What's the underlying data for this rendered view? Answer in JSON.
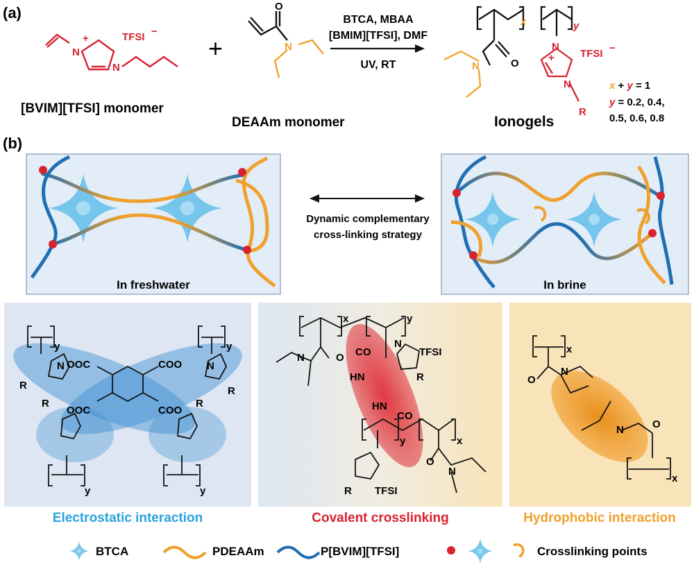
{
  "panel_labels": {
    "a": "(a)",
    "b": "(b)"
  },
  "reaction": {
    "monomer1_name": "[BVIM][TFSI] monomer",
    "monomer2_name": "DEAAm monomer",
    "plus": "+",
    "conditions_line1": "BTCA, MBAA",
    "conditions_line2": "[BMIM][TFSI], DMF",
    "conditions_line3": "UV, RT",
    "product_name": "Ionogels",
    "tfsi": "TFSI",
    "minus": "−",
    "plus_charge": "+",
    "n_atom": "N",
    "o_atom": "O",
    "r_group": "R",
    "sub_x": "x",
    "sub_y": "y",
    "ratio_line1": "x + y = 1",
    "ratio_line2": "y = 0.2, 0.4,",
    "ratio_line3": "0.5, 0.6, 0.8"
  },
  "network": {
    "left_caption": "In freshwater",
    "right_caption": "In brine",
    "strategy_line1": "Dynamic complementary",
    "strategy_line2": "cross-linking strategy"
  },
  "interactions": {
    "electrostatic": "Electrostatic interaction",
    "covalent": "Covalent crosslinking",
    "hydrophobic": "Hydrophobic interaction",
    "ooc": "OOC",
    "coo": "COO",
    "co": "CO",
    "hn": "HN"
  },
  "legend": {
    "btca": "BTCA",
    "pdeaam": "PDEAAm",
    "pbvim": "P[BVIM][TFSI]",
    "crosslinking": "Crosslinking points"
  },
  "colors": {
    "red": "#d7232f",
    "orange": "#f0a02c",
    "blue": "#1f6fb2",
    "electrostatic_text": "#2aa4dd",
    "covalent_text": "#d7232f",
    "hydrophobic_text": "#f0a02c",
    "panel_left_bg": "#dde6f2",
    "panel_right_bg": "#f8e6c4"
  }
}
